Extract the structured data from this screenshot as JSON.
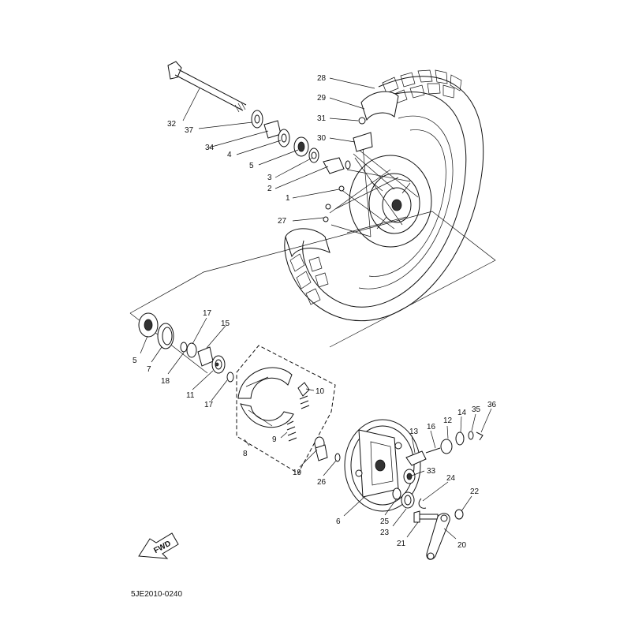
{
  "diagram": {
    "drawing_number": "5JE2010-0240",
    "direction_arrow": {
      "label": "FWD",
      "icon": "fwd-arrow-icon"
    },
    "callouts": {
      "c28": "28",
      "c29": "29",
      "c31": "31",
      "c30": "30",
      "c32": "32",
      "c37": "37",
      "c34": "34",
      "c4": "4",
      "c5a": "5",
      "c3": "3",
      "c2": "2",
      "c1": "1",
      "c27": "27",
      "c17a": "17",
      "c15": "15",
      "c5b": "5",
      "c7": "7",
      "c18": "18",
      "c11": "11",
      "c17b": "17",
      "c10": "10",
      "c9": "9",
      "c8": "8",
      "c19": "19",
      "c26": "26",
      "c6": "6",
      "c13": "13",
      "c16": "16",
      "c12": "12",
      "c14": "14",
      "c35": "35",
      "c36": "36",
      "c33": "33",
      "c24": "24",
      "c22": "22",
      "c25": "25",
      "c23": "23",
      "c21": "21",
      "c20": "20"
    }
  }
}
